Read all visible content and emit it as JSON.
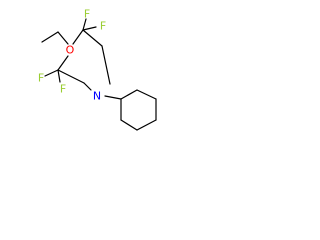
{
  "colors": {
    "bond": "#000000",
    "fluorine": "#9acd32",
    "oxygen": "#ff0000",
    "nitrogen": "#0000ff",
    "background": "#ffffff"
  },
  "atoms": {
    "f1": "F",
    "f2": "F",
    "f3": "F",
    "f4": "F",
    "o": "O",
    "n": "N"
  }
}
